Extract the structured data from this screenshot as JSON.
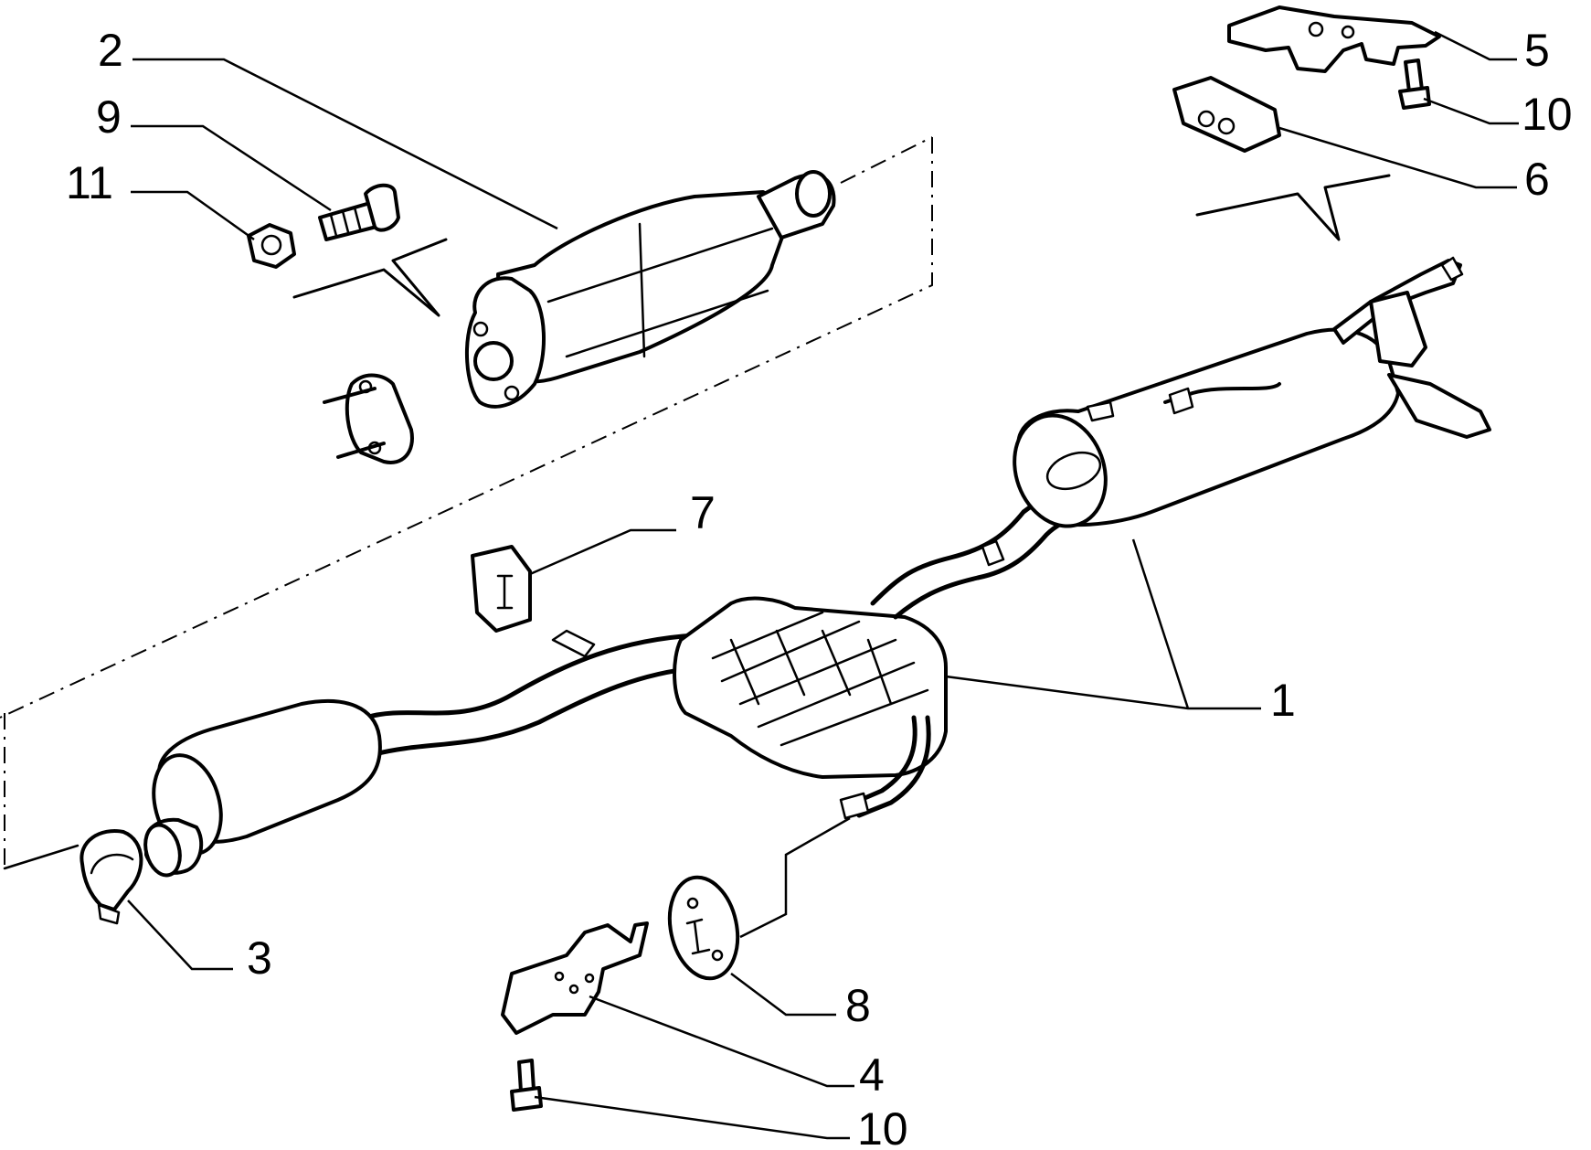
{
  "callouts": [
    {
      "id": "c2",
      "label": "2"
    },
    {
      "id": "c9",
      "label": "9"
    },
    {
      "id": "c11",
      "label": "11"
    },
    {
      "id": "c5",
      "label": "5"
    },
    {
      "id": "c10a",
      "label": "10"
    },
    {
      "id": "c6",
      "label": "6"
    },
    {
      "id": "c7",
      "label": "7"
    },
    {
      "id": "c1",
      "label": "1"
    },
    {
      "id": "c3",
      "label": "3"
    },
    {
      "id": "c8",
      "label": "8"
    },
    {
      "id": "c4",
      "label": "4"
    },
    {
      "id": "c10b",
      "label": "10"
    }
  ]
}
